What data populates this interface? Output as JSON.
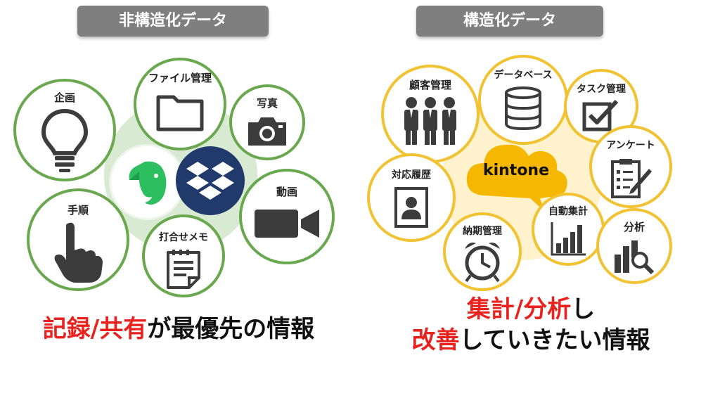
{
  "left": {
    "header": "非構造化データ",
    "items": {
      "idea": "企画",
      "files": "ファイル管理",
      "photo": "写真",
      "video": "動画",
      "procedure": "手順",
      "memo": "打合せメモ"
    },
    "headline": {
      "highlight": "記録/共有",
      "rest": "が最優先の情報"
    }
  },
  "right": {
    "header": "構造化データ",
    "center_label": "kintone",
    "items": {
      "customers": "顧客管理",
      "database": "データベース",
      "tasks": "タスク管理",
      "survey": "アンケート",
      "history": "対応履歴",
      "auto_agg": "自動集計",
      "deadlines": "納期管理",
      "analysis": "分析"
    },
    "headline": {
      "line1_highlight": "集計/分析",
      "line1_rest": "し",
      "line2_highlight": "改善",
      "line2_rest": "していきたい情報"
    }
  },
  "colors": {
    "green_border": "#6aa84f",
    "green_halo": "#d9ead3",
    "yellow_border": "#f1c232",
    "yellow_halo": "#fff2cc",
    "header_gray": "#7f7f7f",
    "highlight_red": "#e8231f",
    "icon_gray": "#3c3c3c",
    "evernote_green": "#2dbe60",
    "dropbox_navy": "#1f3a6b"
  }
}
